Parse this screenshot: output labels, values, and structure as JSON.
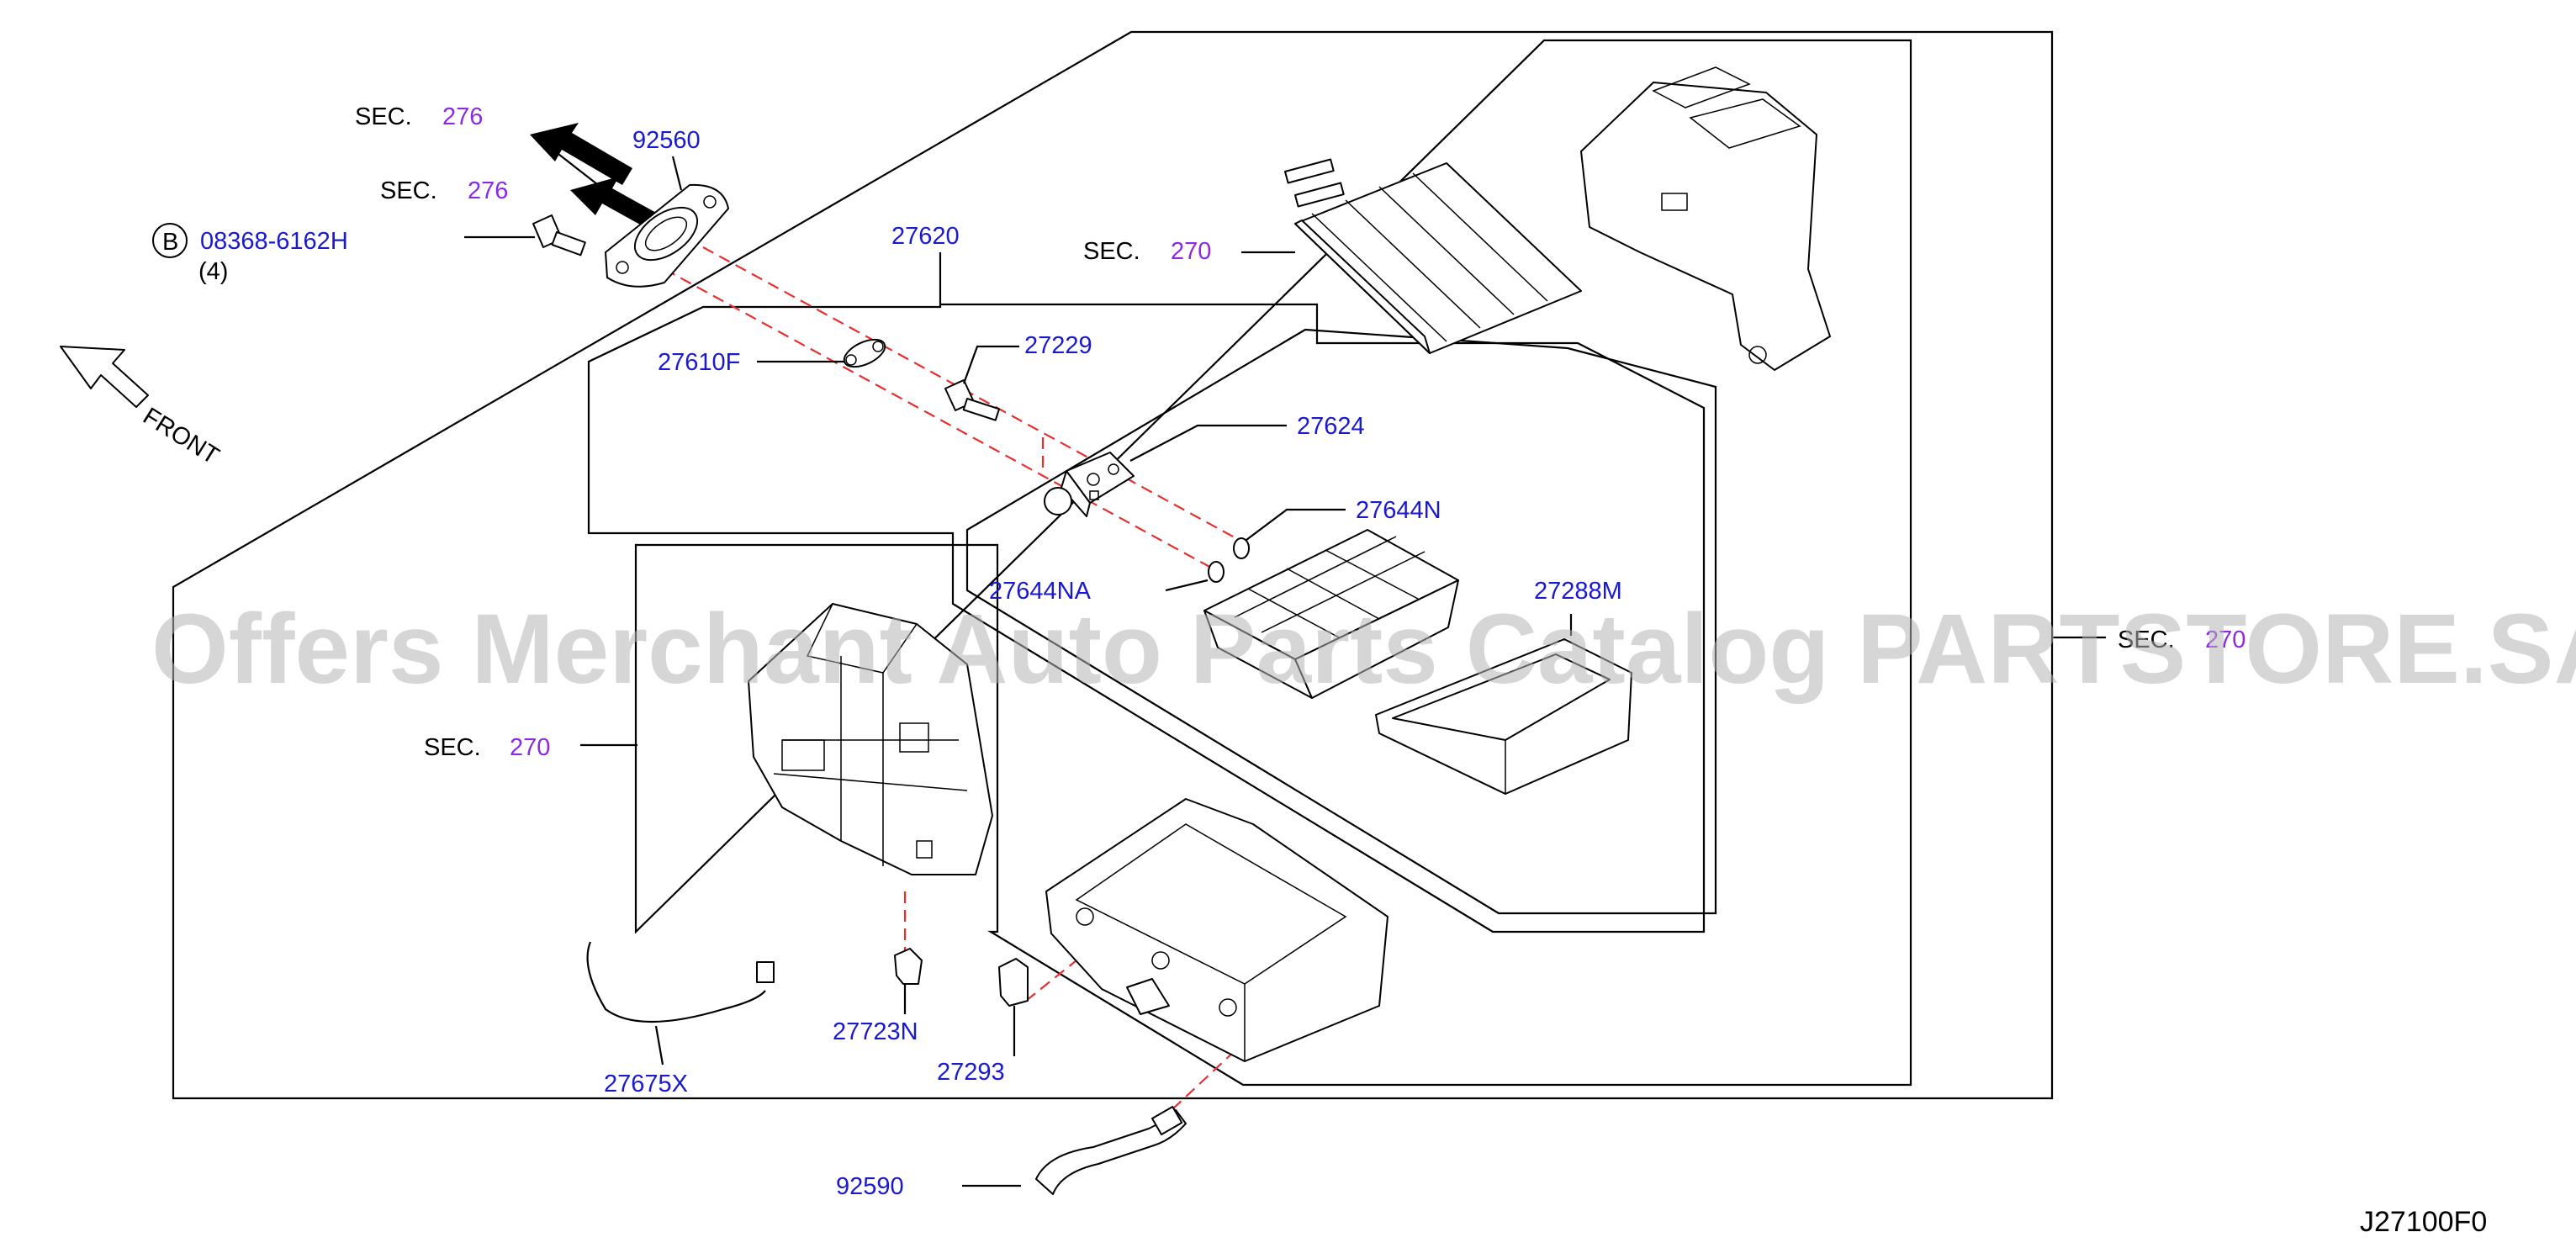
{
  "watermark": "Offers Merchant Auto Parts Catalog PARTSTORE.SA",
  "diagram_code": "J27100F0",
  "front_label": "FRONT",
  "sections": {
    "sec_276_upper": {
      "prefix": "SEC.",
      "number": "276"
    },
    "sec_276_lower": {
      "prefix": "SEC.",
      "number": "276"
    },
    "sec_270_heater": {
      "prefix": "SEC.",
      "number": "270"
    },
    "sec_270_unit": {
      "prefix": "SEC.",
      "number": "270"
    },
    "sec_270_right": {
      "prefix": "SEC.",
      "number": "270"
    }
  },
  "bolt_ref": {
    "badge": "B",
    "part": "08368-6162H",
    "qty": "(4)"
  },
  "parts": {
    "p92560": "92560",
    "p27620": "27620",
    "p27610F": "27610F",
    "p27229": "27229",
    "p27624": "27624",
    "p27644N": "27644N",
    "p27644NA": "27644NA",
    "p27288M": "27288M",
    "p27675X": "27675X",
    "p27723N": "27723N",
    "p27293": "27293",
    "p92590": "92590"
  },
  "colors": {
    "part_number": "#1a1acc",
    "section_number": "#8a2be2",
    "guide_line": "#e53030"
  }
}
